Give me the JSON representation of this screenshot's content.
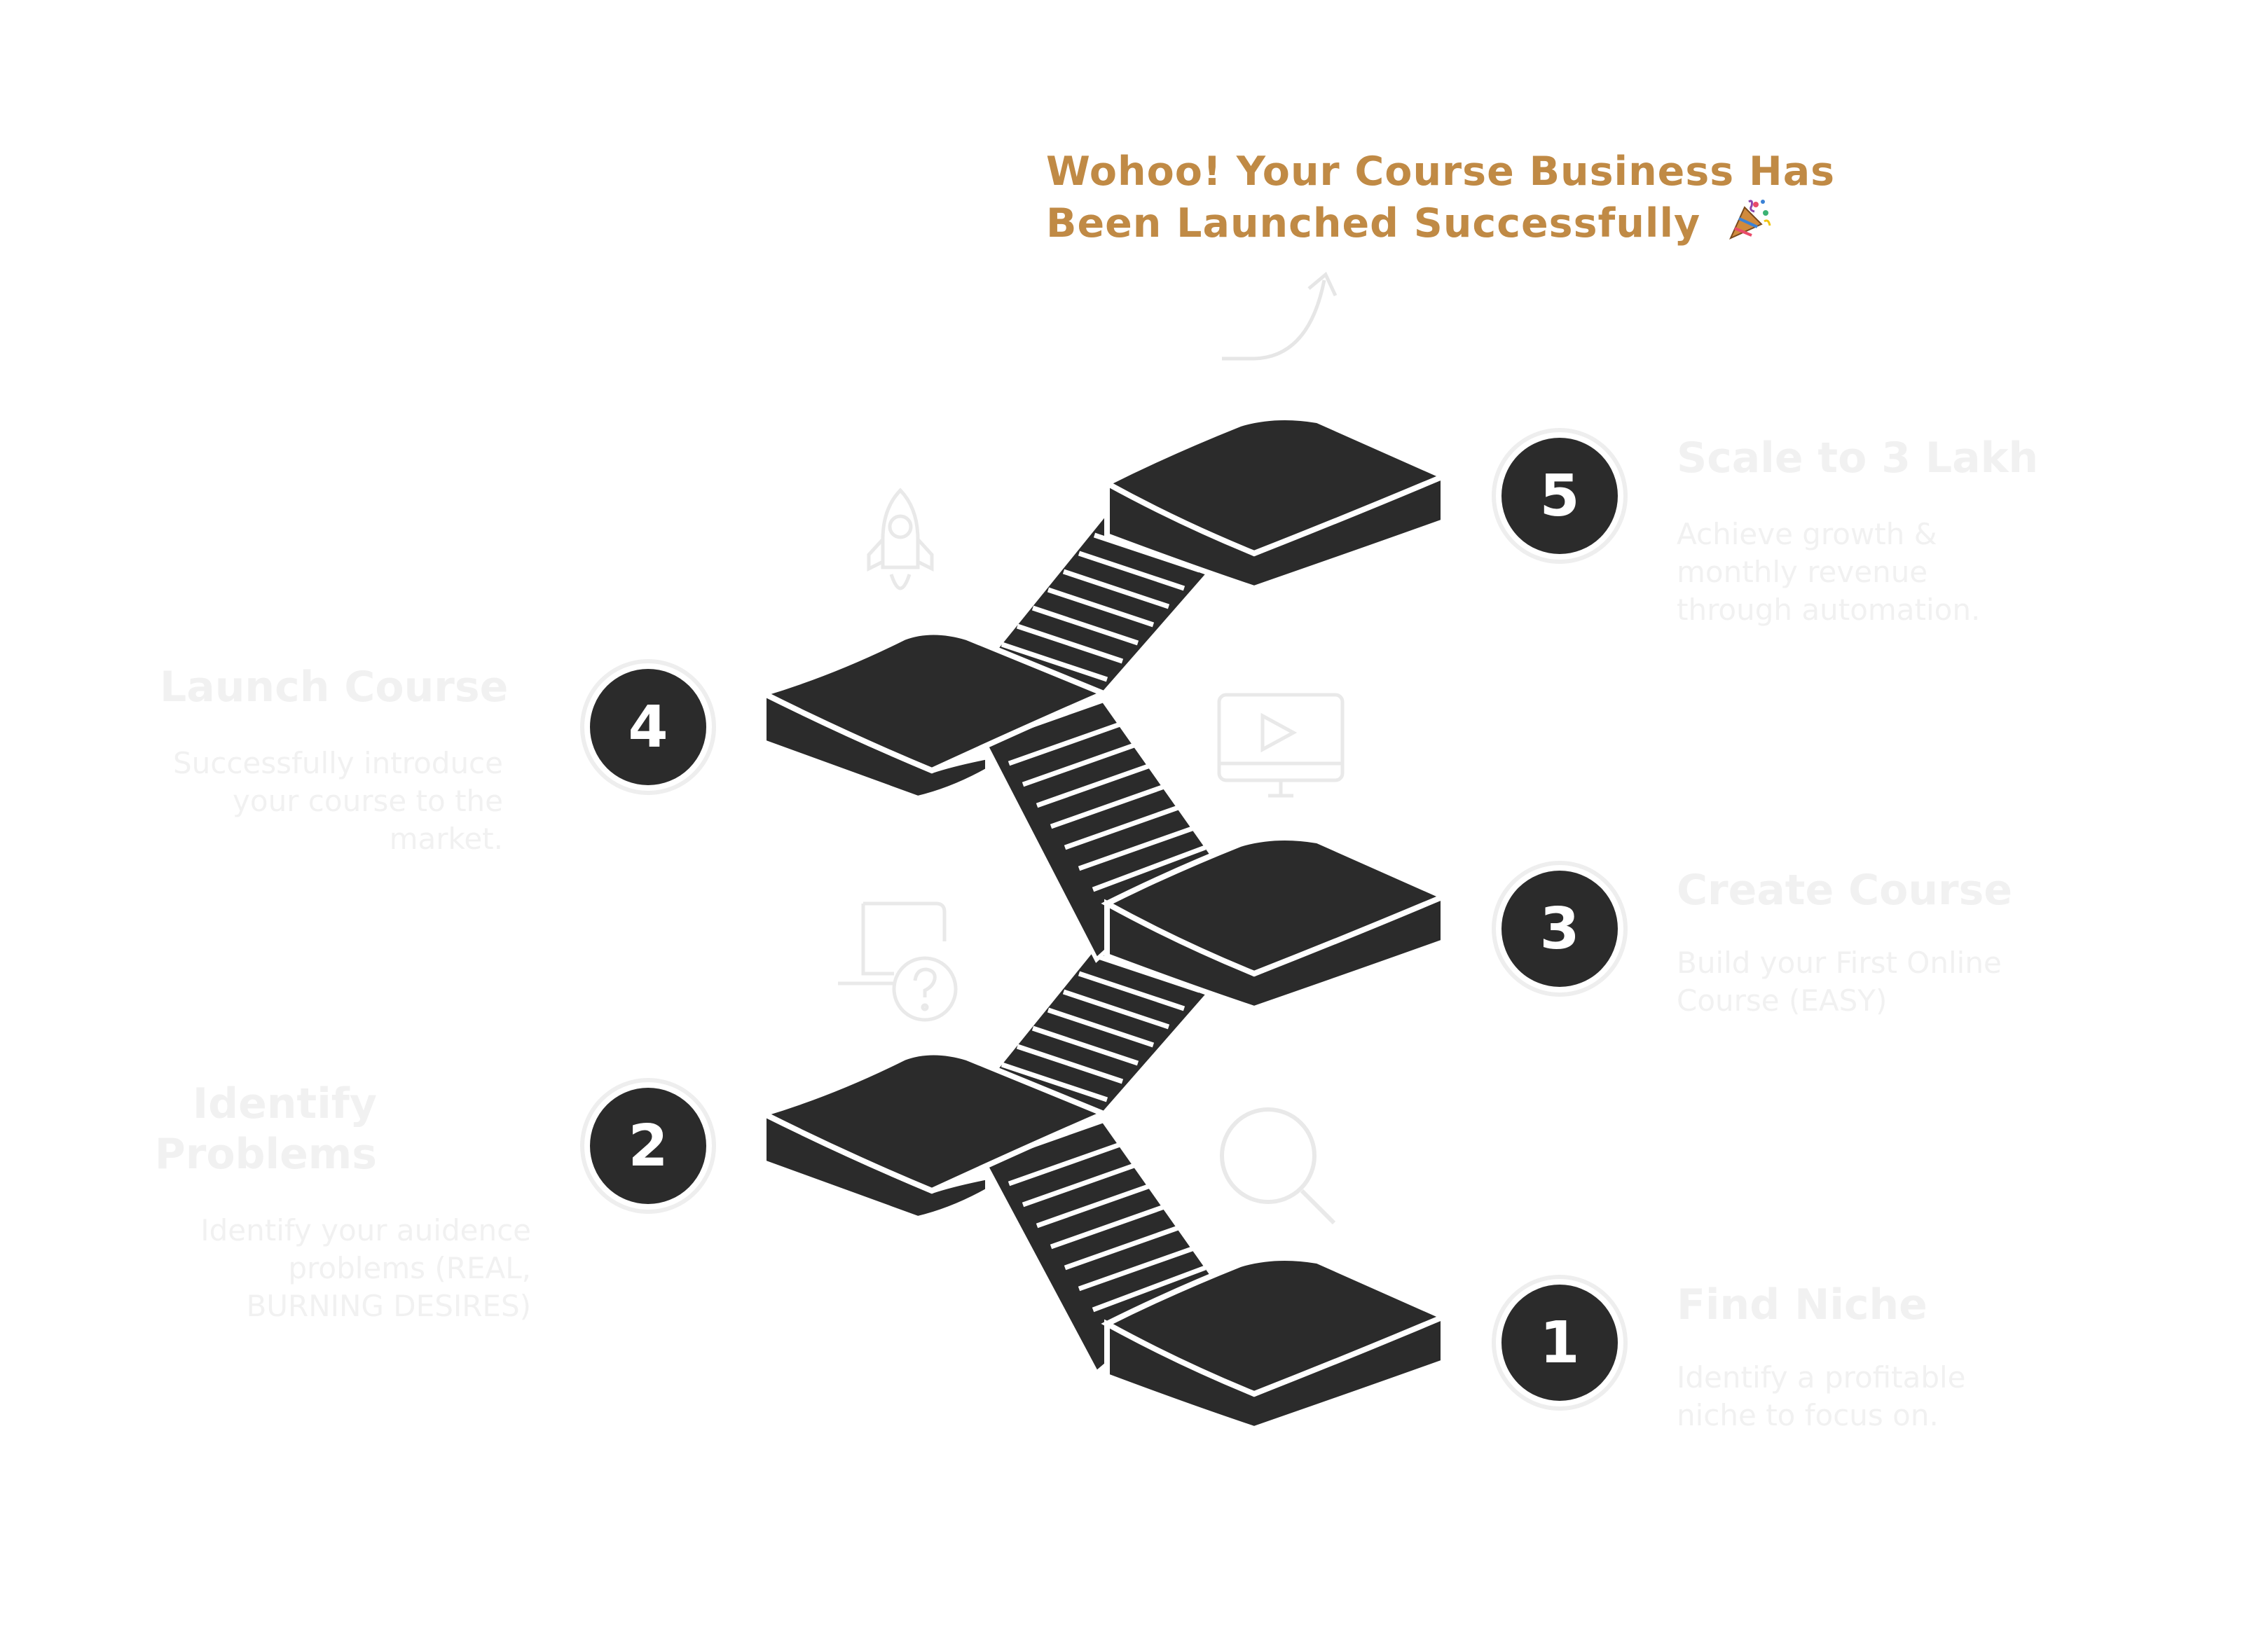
{
  "headline": {
    "line1": "Wohoo! Your Course Business Has",
    "line2": "Been Launched Successfully"
  },
  "icons": {
    "celebration": "party-popper-icon",
    "arrow": "curved-arrow-icon",
    "step5": "rocket-icon",
    "step4": "video-monitor-icon",
    "step3": "laptop-question-icon",
    "step2": "magnifier-icon"
  },
  "colors": {
    "accent": "#c08a45",
    "platform": "#2b2b2b",
    "faded_text": "#f1f1f1",
    "faded_icon": "#eaeaea"
  },
  "steps": [
    {
      "number": "1",
      "title": "Find Niche",
      "description": [
        "Identify a profitable",
        "niche to focus on."
      ]
    },
    {
      "number": "2",
      "title": [
        "Identify",
        "Problems"
      ],
      "description": [
        "Identify your auidence",
        "problems (REAL,",
        "BURNING DESIRES)"
      ]
    },
    {
      "number": "3",
      "title": "Create Course",
      "description": [
        "Build your First Online",
        "Course (EASY)"
      ]
    },
    {
      "number": "4",
      "title": "Launch Course",
      "description": [
        "Successfully introduce",
        "your course to the",
        "market."
      ]
    },
    {
      "number": "5",
      "title": "Scale to 3 Lakh",
      "description": [
        "Achieve growth &",
        "monthly revenue",
        "through automation."
      ]
    }
  ]
}
